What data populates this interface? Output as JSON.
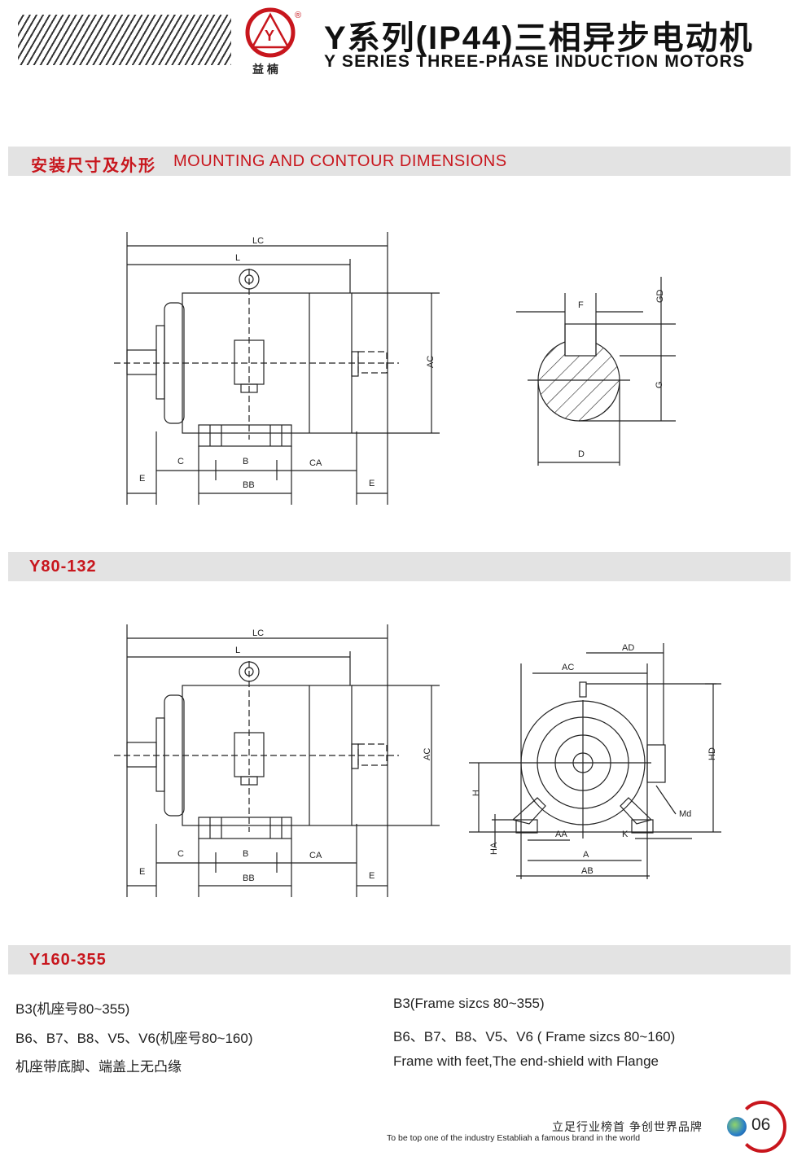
{
  "header": {
    "logo_text": "益 楠",
    "title_cn": "Y系列(IP44)三相异步电动机",
    "title_en": "Y SERIES THREE-PHASE INDUCTION MOTORS"
  },
  "section1": {
    "title_cn": "安装尺寸及外形",
    "title_en": "MOUNTING AND CONTOUR DIMENSIONS"
  },
  "labels": {
    "LC": "LC",
    "L": "L",
    "AC": "AC",
    "C": "C",
    "B": "B",
    "CA": "CA",
    "BB": "BB",
    "E": "E",
    "F": "F",
    "GD": "GD",
    "G": "G",
    "D": "D",
    "AD": "AD",
    "HD": "HD",
    "H": "H",
    "HA": "HA",
    "AA": "AA",
    "K": "K",
    "A": "A",
    "AB": "AB",
    "Md": "Md"
  },
  "band2": "Y80-132",
  "band3": "Y160-355",
  "notes_cn": [
    "B3(机座号80~355)",
    "B6、B7、B8、V5、V6(机座号80~160)",
    "机座带底脚、端盖上无凸缘"
  ],
  "notes_en": [
    "B3(Frame sizcs 80~355)",
    "B6、B7、B8、V5、V6 ( Frame sizcs 80~160)",
    "Frame with feet,The end-shield with Flange"
  ],
  "footer": {
    "slogan_cn": "立足行业榜首  争创世界品牌",
    "slogan_en": "To be top one of the industry  Establiah a famous brand in the world",
    "page": "06"
  },
  "colors": {
    "accent": "#c8161d",
    "band": "#e3e3e3"
  }
}
